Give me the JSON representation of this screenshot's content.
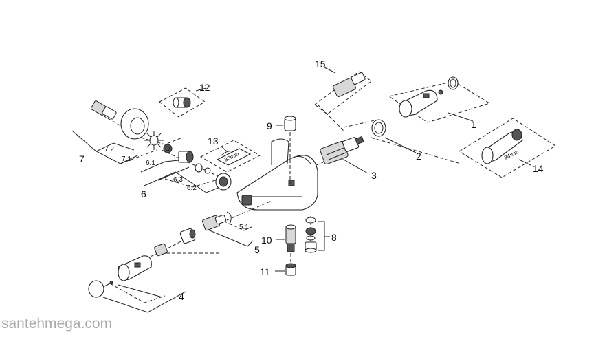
{
  "labels": {
    "p1": "1",
    "p2": "2",
    "p3": "3",
    "p4": "4",
    "p5": "5",
    "p6": "6",
    "p7": "7",
    "p8": "8",
    "p9": "9",
    "p10": "10",
    "p11": "11",
    "p12": "12",
    "p13": "13",
    "p14": "14",
    "p15": "15",
    "s51": "5.1",
    "s61": "6.1",
    "s62": "6.2",
    "s63": "6.3",
    "s71": "7.1",
    "s72": "7.2",
    "dim13": "30mm",
    "dim14": "34mm"
  },
  "watermark": "santehmega.com"
}
